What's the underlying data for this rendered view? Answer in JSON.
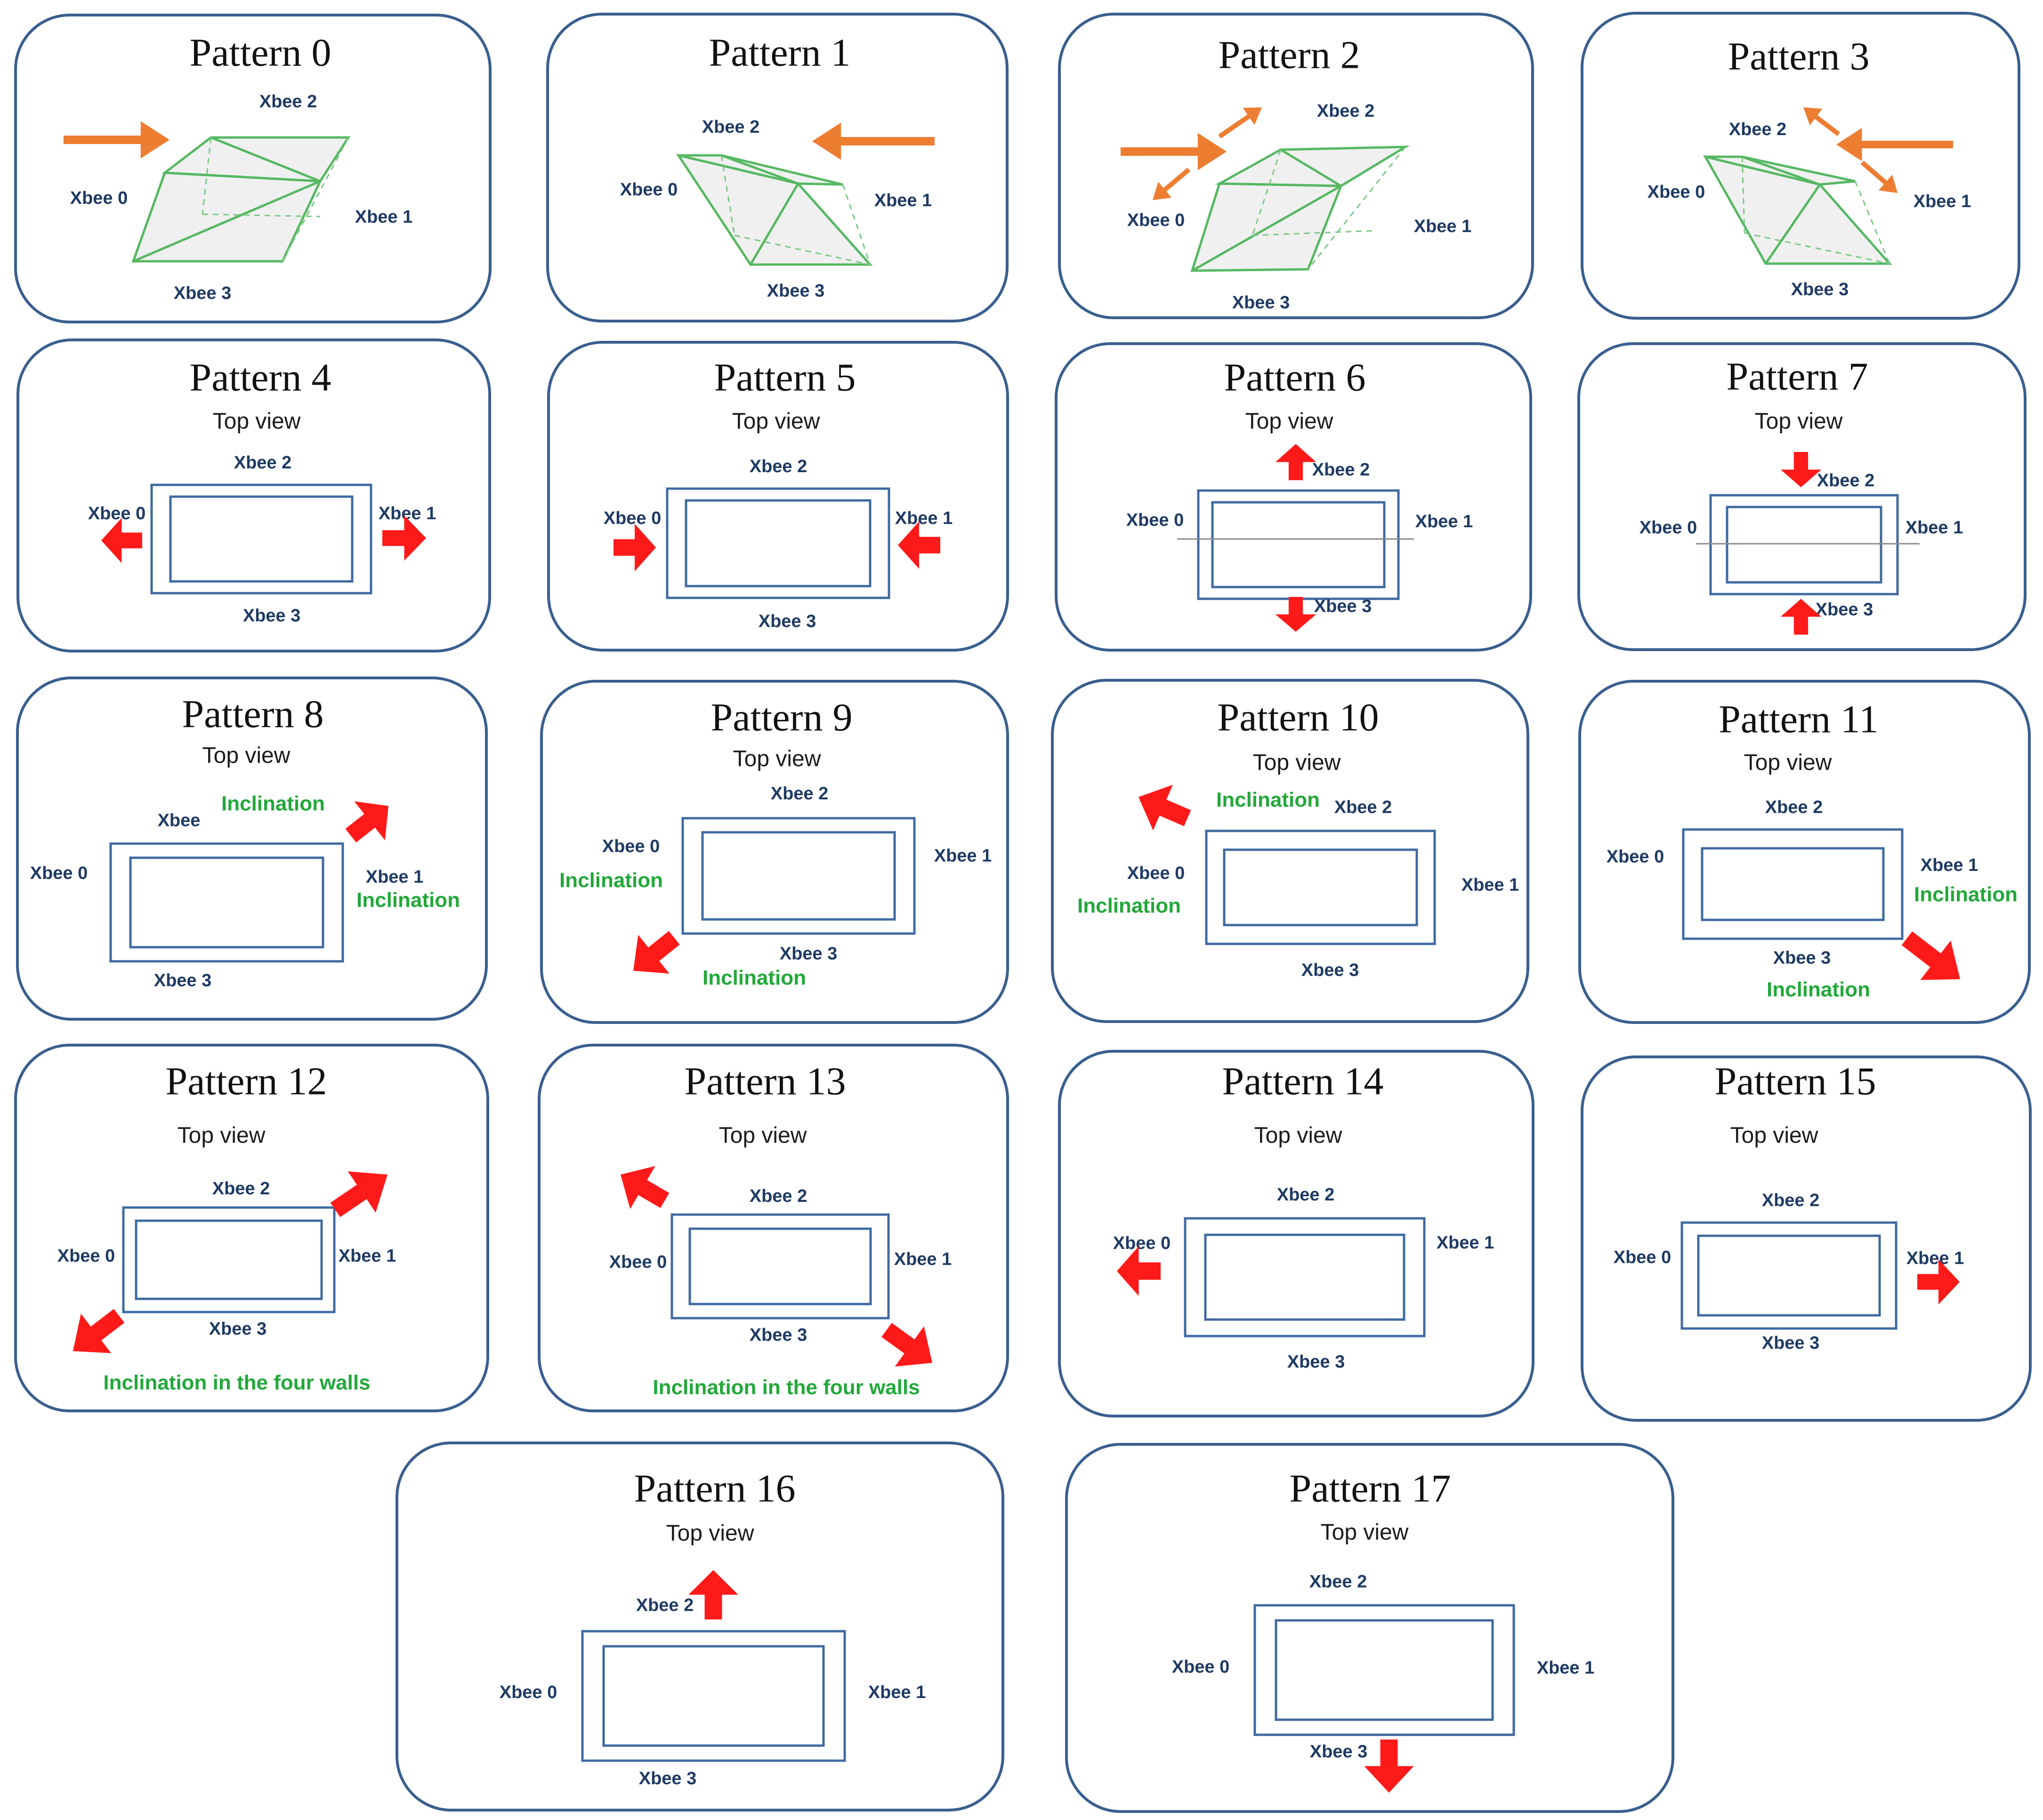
{
  "figure": {
    "top_view": "Top view",
    "inclination": "Inclination",
    "inclination_four_walls": "Inclination in the four walls",
    "xbee": [
      "Xbee 0",
      "Xbee 1",
      "Xbee 2",
      "Xbee 3"
    ],
    "xbee_partial": "Xbee",
    "colors": {
      "card_border": "#3a5f8f",
      "sensor_label": "#1f3b63",
      "inclination_label": "#22a83a",
      "arrow_red": "#ff1a1a",
      "arrow_orange": "#ed7d31",
      "box_edge": "#56b862"
    }
  },
  "patterns": [
    {
      "title": "Pattern 0"
    },
    {
      "title": "Pattern 1"
    },
    {
      "title": "Pattern 2"
    },
    {
      "title": "Pattern 3"
    },
    {
      "title": "Pattern 4"
    },
    {
      "title": "Pattern 5"
    },
    {
      "title": "Pattern 6"
    },
    {
      "title": "Pattern 7"
    },
    {
      "title": "Pattern 8"
    },
    {
      "title": "Pattern 9"
    },
    {
      "title": "Pattern 10"
    },
    {
      "title": "Pattern 11"
    },
    {
      "title": "Pattern 12"
    },
    {
      "title": "Pattern 13"
    },
    {
      "title": "Pattern 14"
    },
    {
      "title": "Pattern 15"
    },
    {
      "title": "Pattern 16"
    },
    {
      "title": "Pattern 17"
    }
  ]
}
